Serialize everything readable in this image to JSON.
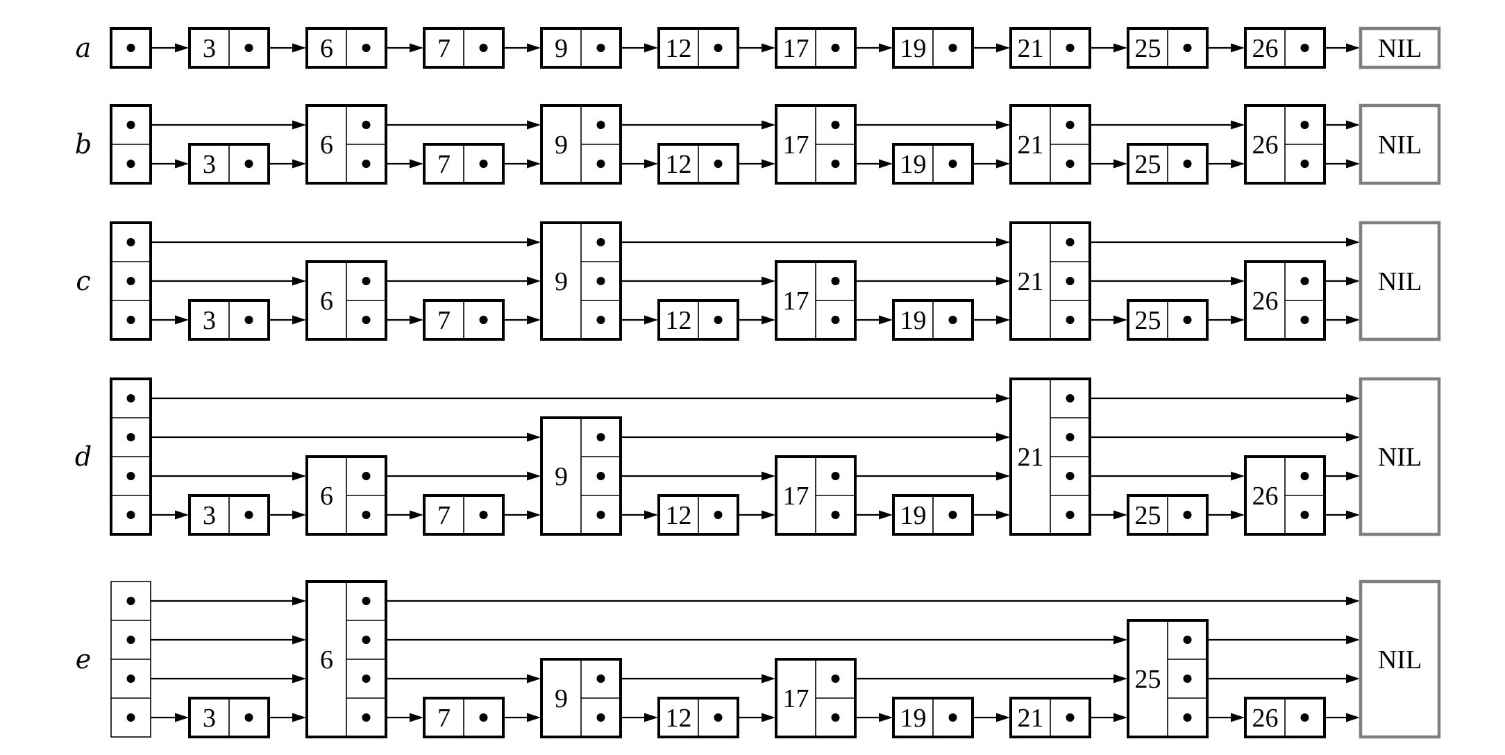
{
  "diagram": {
    "nil_label": "NIL",
    "rows": [
      {
        "label": "a",
        "header_levels": 1,
        "nodes": [
          {
            "key": "3",
            "levels": 1
          },
          {
            "key": "6",
            "levels": 1
          },
          {
            "key": "7",
            "levels": 1
          },
          {
            "key": "9",
            "levels": 1
          },
          {
            "key": "12",
            "levels": 1
          },
          {
            "key": "17",
            "levels": 1
          },
          {
            "key": "19",
            "levels": 1
          },
          {
            "key": "21",
            "levels": 1
          },
          {
            "key": "25",
            "levels": 1
          },
          {
            "key": "26",
            "levels": 1
          }
        ]
      },
      {
        "label": "b",
        "header_levels": 2,
        "nodes": [
          {
            "key": "3",
            "levels": 1
          },
          {
            "key": "6",
            "levels": 2
          },
          {
            "key": "7",
            "levels": 1
          },
          {
            "key": "9",
            "levels": 2
          },
          {
            "key": "12",
            "levels": 1
          },
          {
            "key": "17",
            "levels": 2
          },
          {
            "key": "19",
            "levels": 1
          },
          {
            "key": "21",
            "levels": 2
          },
          {
            "key": "25",
            "levels": 1
          },
          {
            "key": "26",
            "levels": 2
          }
        ]
      },
      {
        "label": "c",
        "header_levels": 3,
        "nodes": [
          {
            "key": "3",
            "levels": 1
          },
          {
            "key": "6",
            "levels": 2
          },
          {
            "key": "7",
            "levels": 1
          },
          {
            "key": "9",
            "levels": 3
          },
          {
            "key": "12",
            "levels": 1
          },
          {
            "key": "17",
            "levels": 2
          },
          {
            "key": "19",
            "levels": 1
          },
          {
            "key": "21",
            "levels": 3
          },
          {
            "key": "25",
            "levels": 1
          },
          {
            "key": "26",
            "levels": 2
          }
        ]
      },
      {
        "label": "d",
        "header_levels": 4,
        "nodes": [
          {
            "key": "3",
            "levels": 1
          },
          {
            "key": "6",
            "levels": 2
          },
          {
            "key": "7",
            "levels": 1
          },
          {
            "key": "9",
            "levels": 3
          },
          {
            "key": "12",
            "levels": 1
          },
          {
            "key": "17",
            "levels": 2
          },
          {
            "key": "19",
            "levels": 1
          },
          {
            "key": "21",
            "levels": 4
          },
          {
            "key": "25",
            "levels": 1
          },
          {
            "key": "26",
            "levels": 2
          }
        ]
      },
      {
        "label": "e",
        "header_levels": 4,
        "header_style": "thin",
        "nodes": [
          {
            "key": "3",
            "levels": 1
          },
          {
            "key": "6",
            "levels": 4
          },
          {
            "key": "7",
            "levels": 1
          },
          {
            "key": "9",
            "levels": 2
          },
          {
            "key": "12",
            "levels": 1
          },
          {
            "key": "17",
            "levels": 2
          },
          {
            "key": "19",
            "levels": 1
          },
          {
            "key": "21",
            "levels": 1
          },
          {
            "key": "25",
            "levels": 3
          },
          {
            "key": "26",
            "levels": 1
          }
        ]
      }
    ]
  }
}
